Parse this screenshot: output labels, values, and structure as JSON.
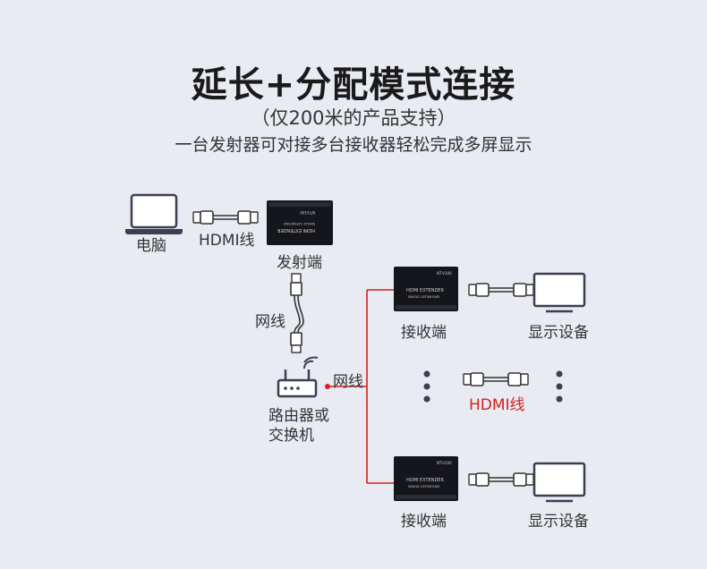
{
  "header": {
    "title": "延长+分配模式连接",
    "subtitle": "（仅200米的产品支持）",
    "description": "一台发射器可对接多台接收器轻松完成多屏显示"
  },
  "labels": {
    "computer": "电脑",
    "hdmi_cable_top": "HDMI线",
    "transmitter": "发射端",
    "network_cable_left": "网线",
    "network_cable_right": "网线",
    "router_line1": "路由器或",
    "router_line2": "交换机",
    "receiver_top": "接收端",
    "display_top": "显示设备",
    "hdmi_cable_mid": "HDMI线",
    "receiver_bottom": "接收端",
    "display_bottom": "显示设备"
  },
  "device_text": {
    "brand": "NT-V100",
    "product_line1": "HDMI EXTENDER",
    "product_line2": "SINGLE CAT5/6 RJ45"
  },
  "colors": {
    "background": "#e9ebf2",
    "accent_red": "#d42020",
    "icon_stroke": "#3a3f52",
    "device_body": "#15161b"
  }
}
